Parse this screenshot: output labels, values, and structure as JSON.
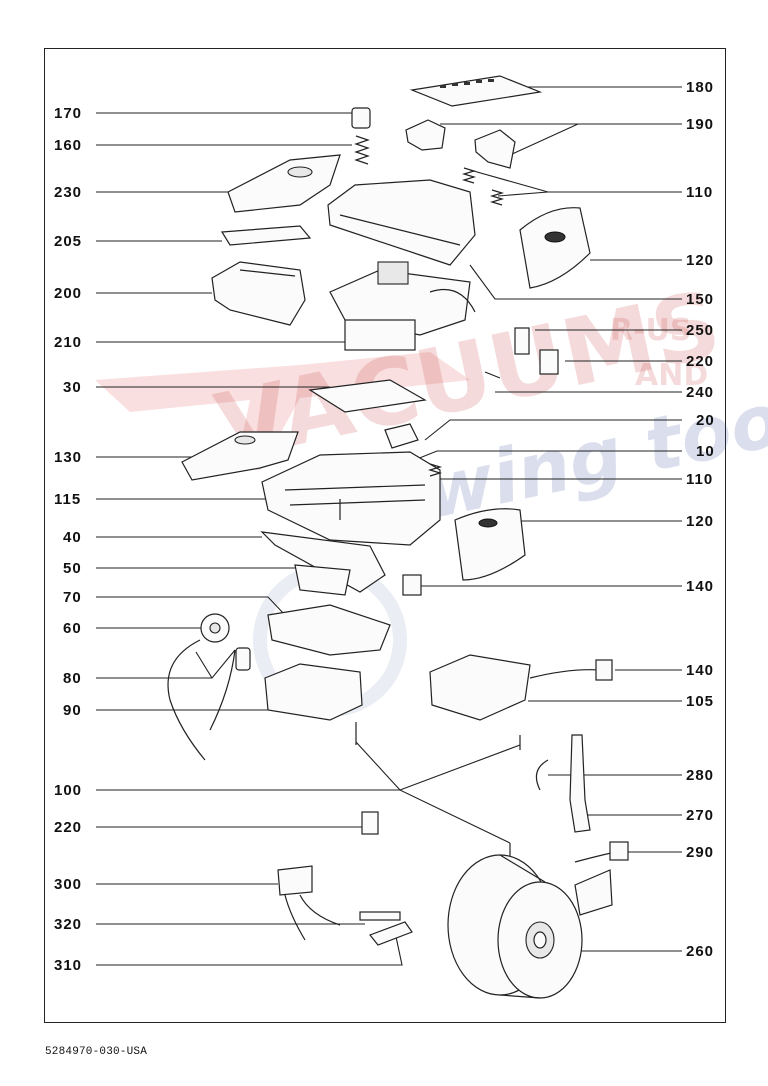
{
  "document": {
    "code": "5284970-030-USA"
  },
  "watermark": {
    "line1": "VACUUMS",
    "line2": "R-US",
    "line3": "AND",
    "line4": "Sewing too"
  },
  "callouts_left": [
    "170",
    "160",
    "230",
    "205",
    "200",
    "210",
    "30",
    "130",
    "115",
    "40",
    "50",
    "70",
    "60",
    "80",
    "90",
    "100",
    "220",
    "300",
    "320",
    "310"
  ],
  "callouts_right": [
    "180",
    "190",
    "110",
    "120",
    "150",
    "250",
    "220",
    "240",
    "20",
    "10",
    "110",
    "120",
    "140",
    "140",
    "105",
    "280",
    "270",
    "290",
    "260"
  ],
  "colors": {
    "watermark_red": "#d93a3a",
    "watermark_blue": "#3a4fa0",
    "line": "#222222"
  }
}
